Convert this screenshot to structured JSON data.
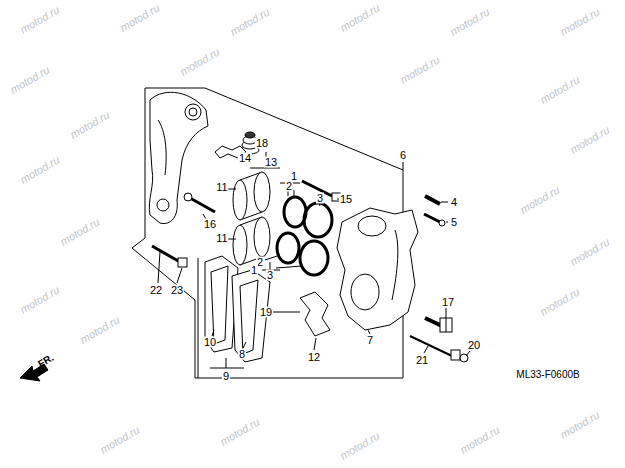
{
  "diagram": {
    "labels": [
      "18",
      "14",
      "13",
      "1",
      "6",
      "11",
      "2",
      "3",
      "15",
      "4",
      "5",
      "16",
      "11",
      "2",
      "1",
      "3",
      "22",
      "23",
      "17",
      "19",
      "7",
      "10",
      "8",
      "12",
      "21",
      "20",
      "9",
      "FR.",
      "ML33-F0600B",
      "motod.ru",
      "motod.ru",
      "motod.ru",
      "motod.ru",
      "motod.ru",
      "motod.ru",
      "motod.ru",
      "motod.ru",
      "motod.ru",
      "motod.ru",
      "motod.ru",
      "motod.ru",
      "motod.ru",
      "motod.ru",
      "motod.ru",
      "motod.ru",
      "motod.ru",
      "motod.ru",
      "motod.ru",
      "motod.ru",
      "motod.ru",
      "motod.ru",
      "motod.ru",
      "motod.ru"
    ]
  }
}
